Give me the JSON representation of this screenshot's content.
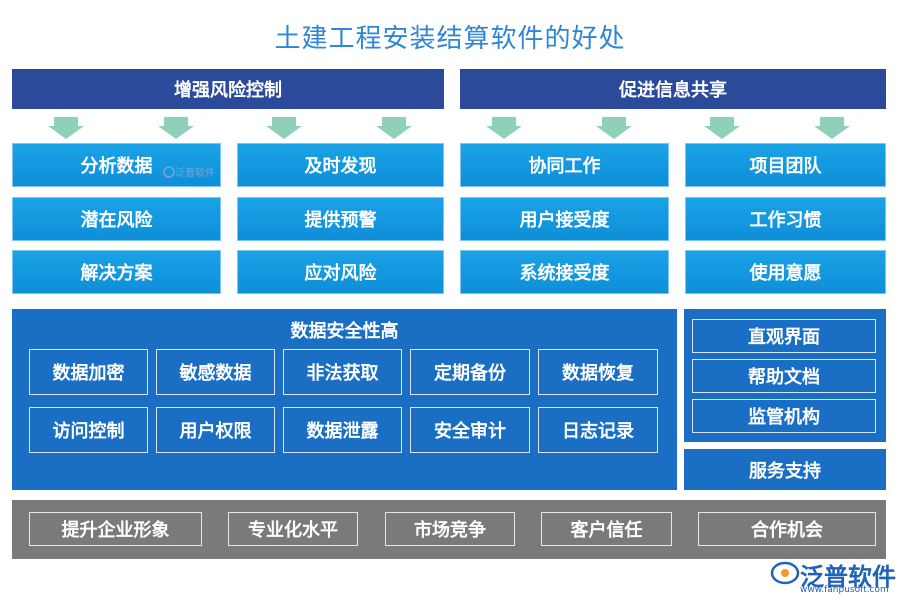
{
  "title": "土建工程安装结算软件的好处",
  "risk": {
    "header": "增强风险控制",
    "cells": [
      "分析数据",
      "及时发现",
      "潜在风险",
      "提供预警",
      "解决方案",
      "应对风险"
    ]
  },
  "share": {
    "header": "促进信息共享",
    "cells": [
      "协同工作",
      "项目团队",
      "用户接受度",
      "工作习惯",
      "系统接受度",
      "使用意愿"
    ]
  },
  "security": {
    "title": "数据安全性高",
    "items": [
      "数据加密",
      "敏感数据",
      "非法获取",
      "定期备份",
      "数据恢复",
      "访问控制",
      "用户权限",
      "数据泄露",
      "安全审计",
      "日志记录"
    ]
  },
  "support": {
    "items": [
      "直观界面",
      "帮助文档",
      "监管机构"
    ],
    "footer": "服务支持"
  },
  "bottom": {
    "items": [
      "提升企业形象",
      "专业化水平",
      "市场竞争",
      "客户信任",
      "合作机会"
    ]
  },
  "watermark": {
    "small": "泛普软件",
    "logo": "泛普软件",
    "url": "www.fanpusoft.com"
  },
  "colors": {
    "header": "#2b4a9a",
    "cell": "#1aa2e6",
    "panel": "#1a6fc5",
    "bottom": "#7a7a7a",
    "arrow": "#8fd1b8",
    "title": "#2f86d6"
  }
}
